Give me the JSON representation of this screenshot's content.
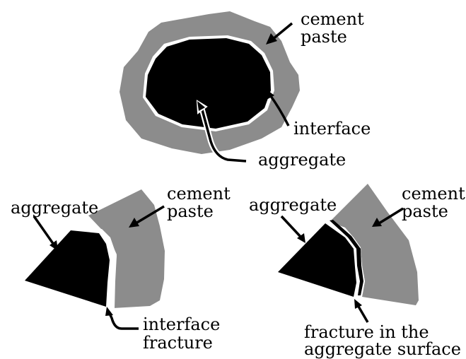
{
  "colors": {
    "aggregate": "#000000",
    "cement_paste": "#8c8c8c",
    "interface": "#ffffff",
    "background": "#ffffff"
  },
  "top_figure": {
    "cement_label_line1": "cement",
    "cement_label_line2": "paste",
    "interface_label": "interface",
    "aggregate_label": "aggregate"
  },
  "left_figure": {
    "aggregate_label": "aggregate",
    "cement_label_line1": "cement",
    "cement_label_line2": "paste",
    "fracture_label_line1": "interface",
    "fracture_label_line2": "fracture"
  },
  "right_figure": {
    "aggregate_label": "aggregate",
    "cement_label_line1": "cement",
    "cement_label_line2": "paste",
    "fracture_label_line1": "fracture in the",
    "fracture_label_line2": "aggregate surface"
  }
}
